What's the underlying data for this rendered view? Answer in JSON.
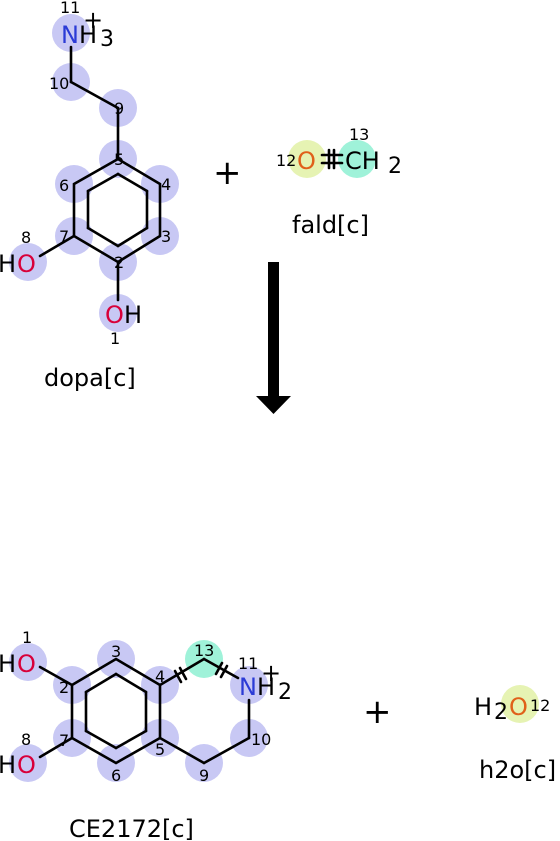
{
  "colors": {
    "atom_highlight": "#c8c8f4",
    "oxygen_highlight": "#e6f3b3",
    "carbon13_highlight": "#9ff2d9",
    "nitrogen": "#2b3bd6",
    "oxygen_hydroxyl": "#d8003a",
    "oxygen_carbonyl": "#e0601a",
    "arrow": "#000000"
  },
  "compounds": {
    "dopa": {
      "name": "dopa[c]",
      "atom_numbers": [
        "1",
        "2",
        "3",
        "4",
        "5",
        "6",
        "7",
        "8",
        "9",
        "10",
        "11"
      ],
      "labels": {
        "n_atom": "N",
        "n_h": "H",
        "n_sub": "3",
        "charge": "+",
        "o1": "O",
        "h1": "H",
        "o8": "O",
        "h8": "H"
      }
    },
    "fald": {
      "name": "fald[c]",
      "atom_numbers": [
        "12",
        "13"
      ],
      "labels": {
        "o": "O",
        "c": "CH",
        "c_sub": "2"
      }
    },
    "ce2172": {
      "name": "CE2172[c]",
      "atom_numbers": [
        "1",
        "2",
        "3",
        "4",
        "5",
        "6",
        "7",
        "8",
        "9",
        "10",
        "11",
        "13"
      ],
      "labels": {
        "n_atom": "N",
        "n_h": "H",
        "n_sub": "2",
        "charge": "+",
        "o1": "O",
        "h1": "H",
        "o8": "O",
        "h8": "H"
      }
    },
    "h2o": {
      "name": "h2o[c]",
      "atom_numbers": [
        "12"
      ],
      "labels": {
        "h": "H",
        "h_sub": "2",
        "o": "O"
      }
    }
  },
  "operators": {
    "plus_top": "+",
    "plus_bottom": "+"
  }
}
